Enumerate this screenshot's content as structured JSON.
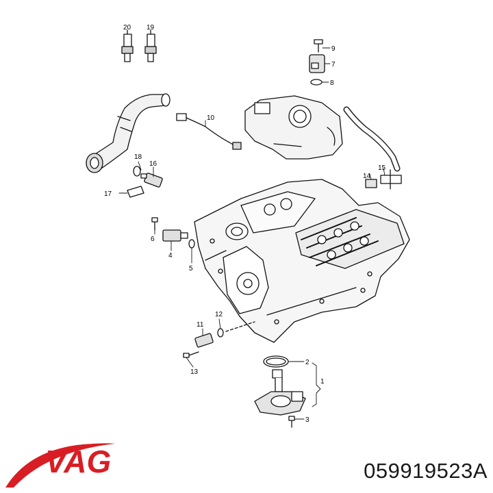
{
  "brand": {
    "logo_text": "VAG",
    "color": "#d81e24"
  },
  "part_number": "059919523A",
  "callouts": {
    "c1": "1",
    "c2": "2",
    "c3": "3",
    "c4": "4",
    "c5": "5",
    "c6": "6",
    "c7": "7",
    "c8": "8",
    "c9": "9",
    "c10": "10",
    "c11": "11",
    "c12": "12",
    "c13": "13",
    "c14": "14",
    "c15": "15",
    "c16": "16",
    "c17": "17",
    "c18": "18",
    "c19": "19",
    "c20": "20"
  }
}
